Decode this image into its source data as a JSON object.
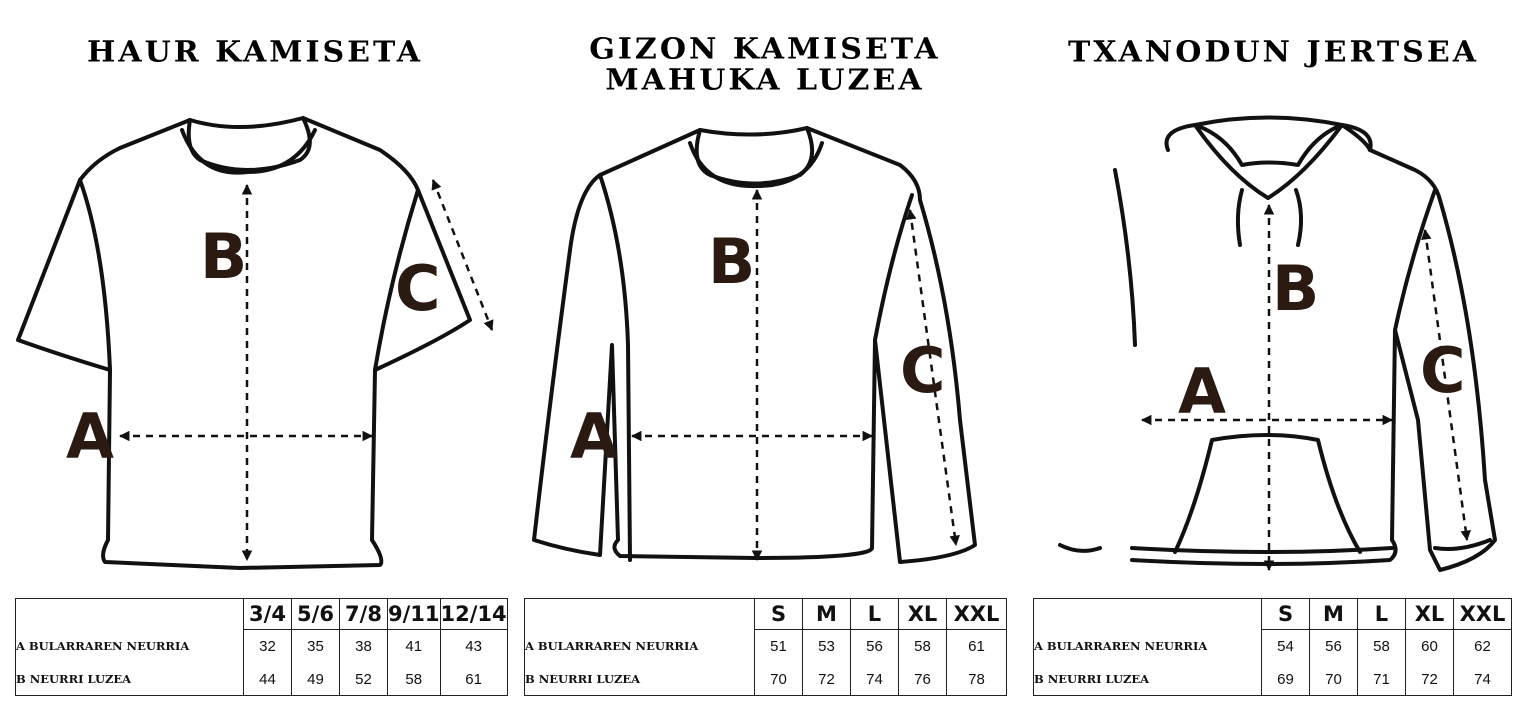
{
  "panels": [
    {
      "title": "HAUR KAMISETA",
      "letters": {
        "a": "A",
        "b": "B",
        "c": "C"
      },
      "table": {
        "sizes": [
          "3/4",
          "5/6",
          "7/8",
          "9/11",
          "12/14"
        ],
        "row_a_label": "A BULARRAREN NEURRIA",
        "row_a": [
          "32",
          "35",
          "38",
          "41",
          "43"
        ],
        "row_b_label": "B NEURRI LUZEA",
        "row_b": [
          "44",
          "49",
          "52",
          "58",
          "61"
        ]
      }
    },
    {
      "title": "GIZON KAMISETA",
      "title_line2": "MAHUKA LUZEA",
      "letters": {
        "a": "A",
        "b": "B",
        "c": "C"
      },
      "table": {
        "sizes": [
          "S",
          "M",
          "L",
          "XL",
          "XXL"
        ],
        "row_a_label": "A BULARRAREN NEURRIA",
        "row_a": [
          "51",
          "53",
          "56",
          "58",
          "61"
        ],
        "row_b_label": "B NEURRI LUZEA",
        "row_b": [
          "70",
          "72",
          "74",
          "76",
          "78"
        ]
      }
    },
    {
      "title": "TXANODUN JERTSEA",
      "letters": {
        "a": "A",
        "b": "B",
        "c": "C"
      },
      "table": {
        "sizes": [
          "S",
          "M",
          "L",
          "XL",
          "XXL"
        ],
        "row_a_label": "A BULARRAREN NEURRIA",
        "row_a": [
          "54",
          "56",
          "58",
          "60",
          "62"
        ],
        "row_b_label": "B NEURRI LUZEA",
        "row_b": [
          "69",
          "70",
          "71",
          "72",
          "74"
        ]
      }
    }
  ],
  "colors": {
    "outline": "#111111",
    "letter": "#2a1a12",
    "background": "#ffffff"
  }
}
